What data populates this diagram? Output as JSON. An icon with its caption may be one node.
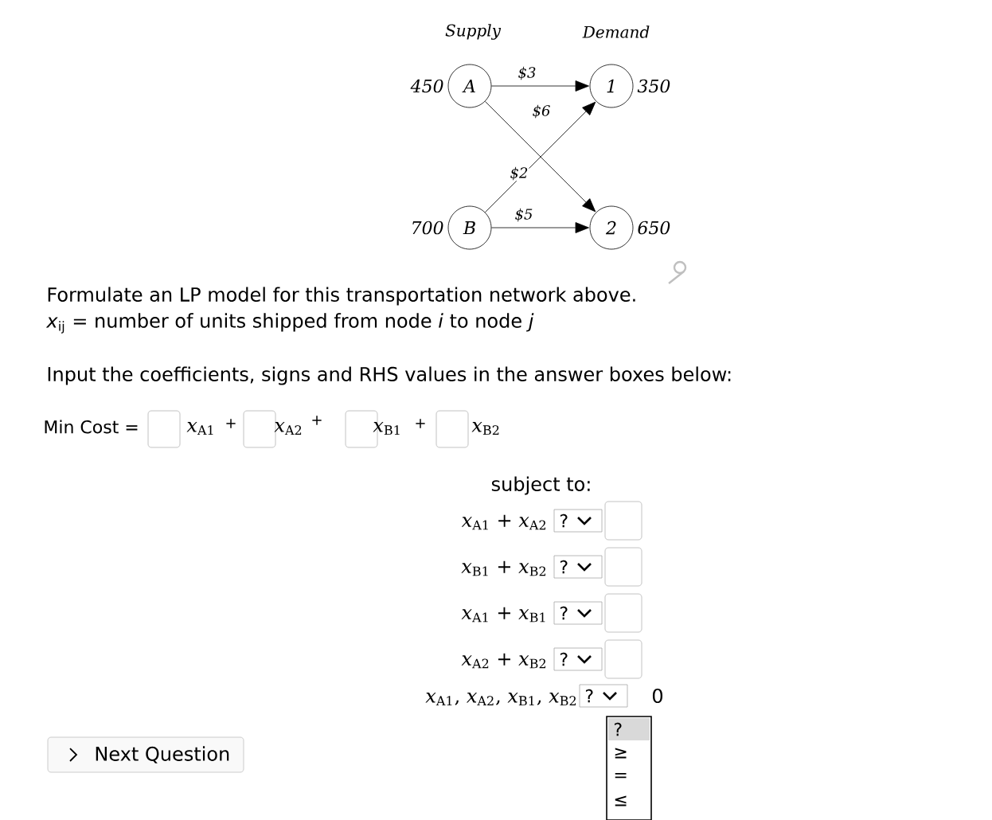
{
  "diagram": {
    "nodes": [
      {
        "text": [
          "A"
        ],
        "beside": [
          "450"
        ]
      },
      {
        "text": [
          "B"
        ],
        "beside": [
          "700"
        ]
      },
      {
        "text": [
          "1"
        ],
        "beside": [
          "350"
        ]
      },
      {
        "text": [
          "2"
        ],
        "beside": [
          "650"
        ]
      }
    ],
    "edges": [
      {
        "from": 0,
        "to": 2,
        "arrow": "to",
        "label": "$3"
      },
      {
        "from": 0,
        "to": 3,
        "arrow": "to",
        "label": "$6"
      },
      {
        "from": 1,
        "to": 2,
        "arrow": "to",
        "label": "$2"
      },
      {
        "from": 1,
        "to": 3,
        "arrow": "to",
        "label": "$5"
      }
    ],
    "labels": [
      "Supply",
      "Demand",
      "Formulate an LP model for this transportation network above.",
      "*x*$_{ij}$ = number of units shipped from node *i* to node *j*",
      "Input the coefficients, signs and RHS values in the answer boxes below:",
      "Min Cost =",
      "*x*$_{A1}$",
      "+",
      "*x*$_{A2}$",
      "+",
      "*x*$_{B1}$",
      "+",
      "*x*$_{B2}$",
      "subject to:",
      "*x*$_{A1}$ + *x*$_{A2}$",
      "?",
      "*x*$_{B1}$ + *x*$_{B2}$",
      "?",
      "*x*$_{A1}$ + *x*$_{B1}$",
      "?",
      "*x*$_{A2}$ + *x*$_{B2}$",
      "?",
      "*x*$_{A1}$, *x*$_{A2}$, *x*$_{B1}$, *x*$_{B2}$",
      "?",
      "0",
      "?",
      "≥",
      "=",
      "≤",
      "Next Question"
    ]
  }
}
